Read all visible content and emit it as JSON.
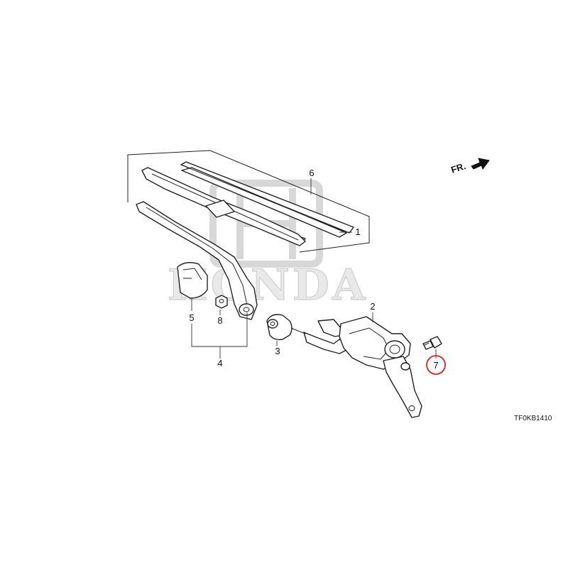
{
  "watermark": {
    "text": "HONDA"
  },
  "direction": {
    "label": "FR."
  },
  "diagram_code": "TF0KB1410",
  "callouts": [
    {
      "id": "6",
      "label": "6"
    },
    {
      "id": "1",
      "label": "1"
    },
    {
      "id": "2",
      "label": "2"
    },
    {
      "id": "5",
      "label": "5"
    },
    {
      "id": "8",
      "label": "8"
    },
    {
      "id": "3",
      "label": "3"
    },
    {
      "id": "7",
      "label": "7",
      "highlighted": true
    },
    {
      "id": "4",
      "label": "4"
    }
  ],
  "colors": {
    "highlight": "#e02020",
    "lines": "#222222",
    "watermark": "#e9e9e9"
  }
}
